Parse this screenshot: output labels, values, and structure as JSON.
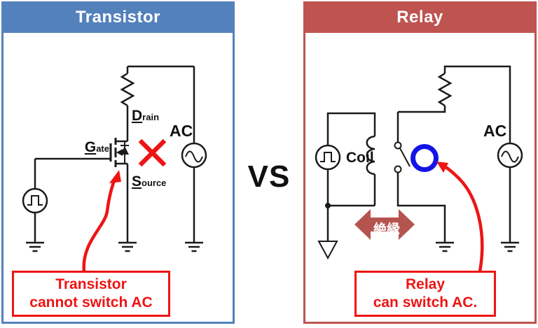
{
  "colors": {
    "blue": "#5381BC",
    "red": "#BE5350",
    "annotation": "#EE1414",
    "highlight": "#1414E6",
    "isolation": "#B5544F",
    "wire": "#1A1A1A",
    "vs_text": "#111111"
  },
  "vs_label": "VS",
  "transistor_panel": {
    "title": "Transistor",
    "drain": {
      "initial": "D",
      "rest": "rain"
    },
    "gate": {
      "initial": "G",
      "rest": "ate"
    },
    "source": {
      "initial": "S",
      "rest": "ource"
    },
    "ac_label": "AC",
    "callout": {
      "line1": "Transistor",
      "line2": "cannot switch AC"
    }
  },
  "relay_panel": {
    "title": "Relay",
    "coil_label": "Coil",
    "ac_label": "AC",
    "isolation_label": "絶縁",
    "callout": {
      "line1": "Relay",
      "line2": "can switch AC."
    }
  }
}
